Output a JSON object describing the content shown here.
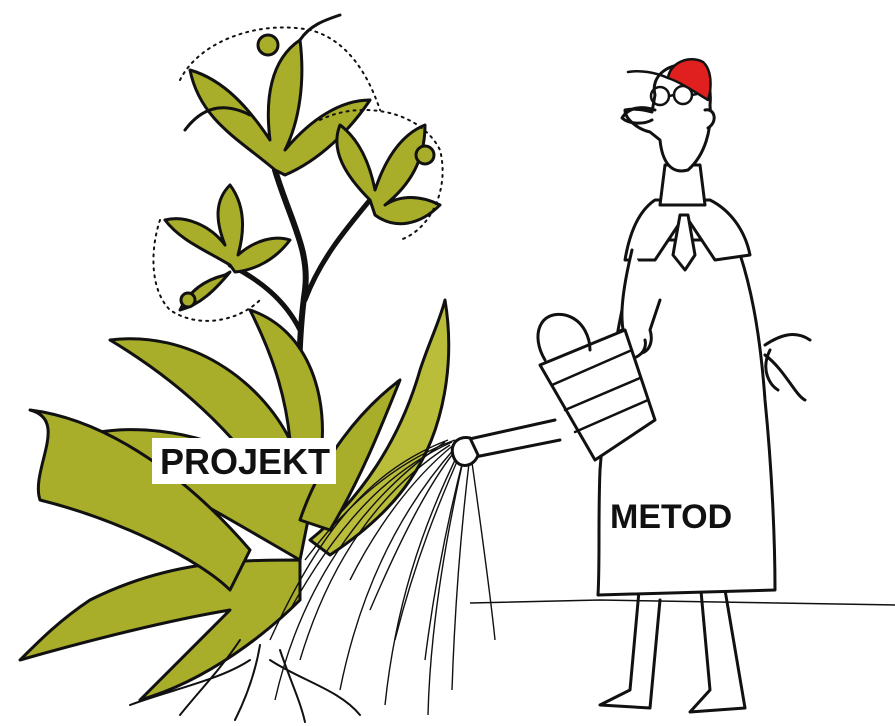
{
  "labels": {
    "plant": "PROJEKT",
    "apron": "METOD"
  },
  "colors": {
    "plant_fill": "#a8ad2a",
    "plant_fill_light": "#b9bd3a",
    "ink": "#111111",
    "cap": "#e01f1f",
    "background": "#ffffff"
  },
  "icons": {
    "plant": "flowering-plant-illustration",
    "gardener": "gardener-with-watering-can-illustration"
  }
}
